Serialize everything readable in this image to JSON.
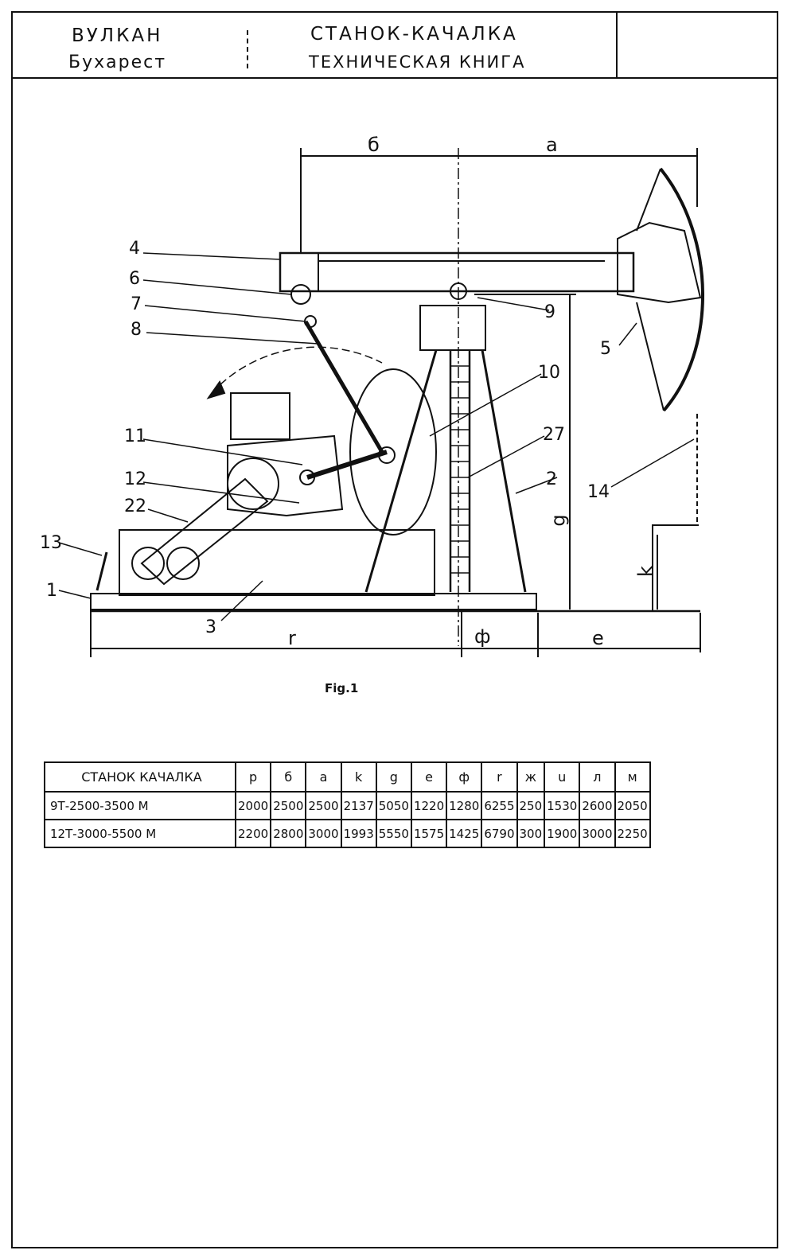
{
  "header": {
    "company": "ВУЛКАН",
    "city": "Бухарест",
    "title": "СТАНОК-КАЧАЛКА",
    "subtitle": "ТЕХНИЧЕСКАЯ КНИГА"
  },
  "figure": {
    "caption": "Fig.1",
    "callouts": [
      "1",
      "2",
      "3",
      "4",
      "5",
      "6",
      "7",
      "8",
      "9",
      "10",
      "11",
      "12",
      "13",
      "14",
      "22",
      "27"
    ],
    "dimension_letters": {
      "b": "б",
      "a": "a",
      "g": "g",
      "k": "k",
      "r": "r",
      "f": "ф",
      "e": "e"
    }
  },
  "table": {
    "headers": [
      "СТАНОК КАЧАЛКА",
      "p",
      "б",
      "a",
      "k",
      "g",
      "e",
      "ф",
      "r",
      "ж",
      "u",
      "л",
      "м"
    ],
    "rows": [
      [
        "9Т-2500-3500 М",
        "2000",
        "2500",
        "2500",
        "2137",
        "5050",
        "1220",
        "1280",
        "6255",
        "250",
        "1530",
        "2600",
        "2050"
      ],
      [
        "12Т-3000-5500 М",
        "2200",
        "2800",
        "3000",
        "1993",
        "5550",
        "1575",
        "1425",
        "6790",
        "300",
        "1900",
        "3000",
        "2250"
      ]
    ]
  }
}
